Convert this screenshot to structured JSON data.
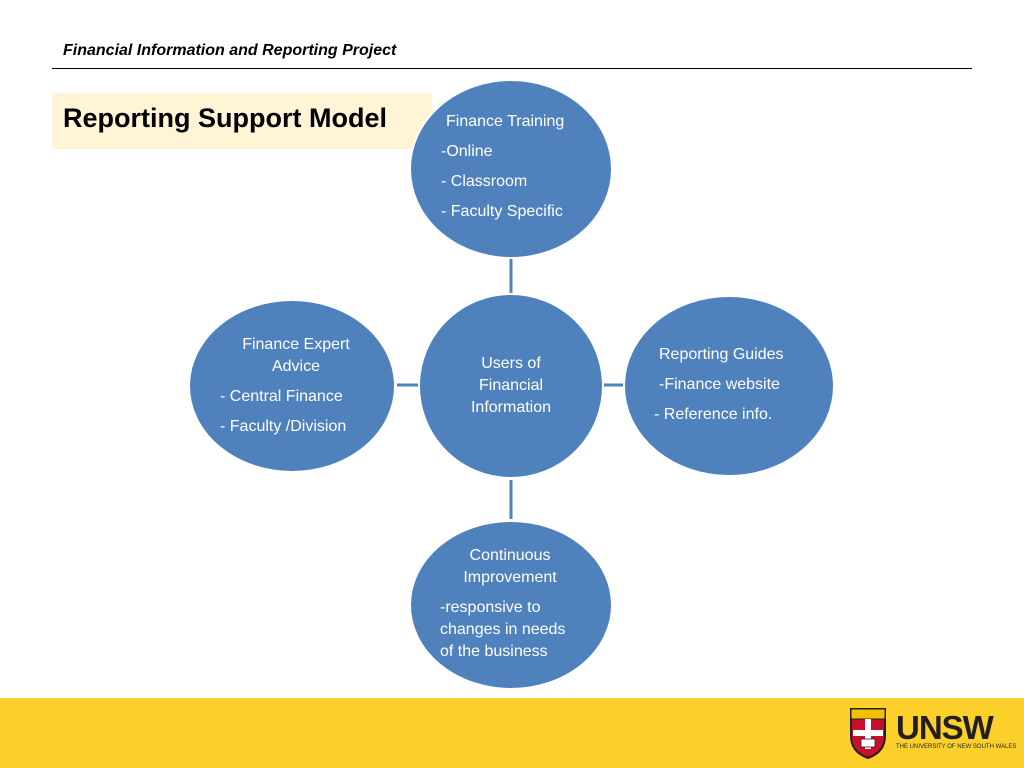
{
  "header": {
    "title": "Financial Information and Reporting Project"
  },
  "slide": {
    "title": "Reporting Support Model"
  },
  "diagram": {
    "center": {
      "lines": [
        "Users of",
        "Financial",
        "Information"
      ]
    },
    "top": {
      "heading": "Finance Training",
      "items": [
        "-Online",
        "- Classroom",
        "- Faculty Specific"
      ]
    },
    "left": {
      "heading_lines": [
        "Finance Expert",
        "Advice"
      ],
      "items": [
        "- Central Finance",
        "- Faculty /Division"
      ]
    },
    "right": {
      "heading": "Reporting Guides",
      "items": [
        "-Finance website",
        "- Reference info."
      ]
    },
    "bottom": {
      "heading_lines": [
        "Continuous",
        "Improvement"
      ],
      "items": [
        "-responsive to",
        "changes in needs",
        "of the business"
      ]
    },
    "colors": {
      "node_fill": "#4f81bd",
      "node_stroke": "#ffffff",
      "connector": "#4f81bd"
    }
  },
  "footer": {
    "band_color": "#fcd02a",
    "logo": {
      "wordmark": "UNSW",
      "subtitle": "THE UNIVERSITY OF NEW SOUTH WALES",
      "icon": "unsw-crest-icon"
    }
  }
}
